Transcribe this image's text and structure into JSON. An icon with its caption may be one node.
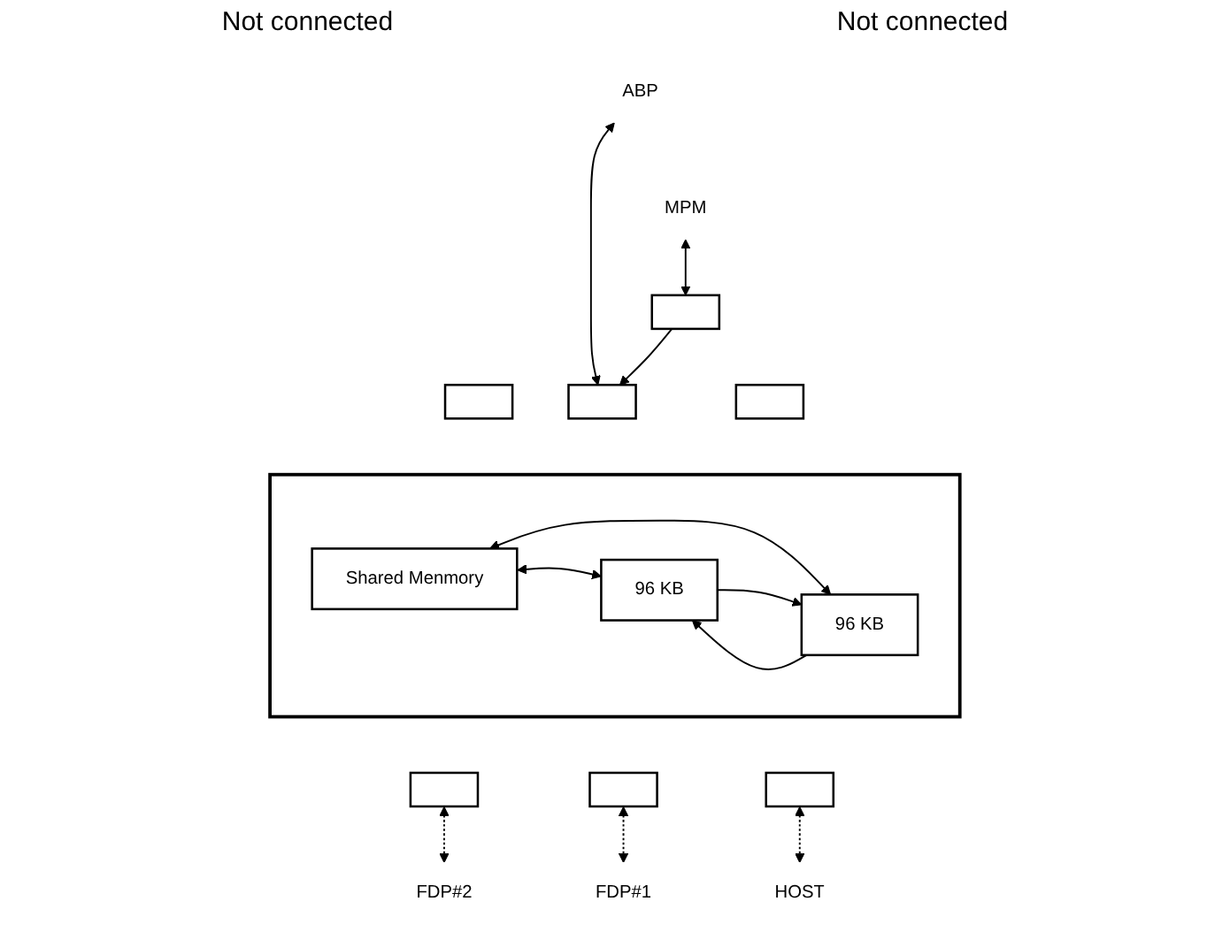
{
  "diagram": {
    "nodes": [
      {
        "text": [
          "ABP"
        ]
      },
      {
        "text": [
          "MPM"
        ]
      },
      {
        "text": [],
        "shape": "box"
      },
      {
        "text": [],
        "shape": "box"
      },
      {
        "text": [],
        "shape": "box"
      },
      {
        "text": [],
        "shape": "box"
      },
      {
        "text": [],
        "shape": "box"
      },
      {
        "text": [
          "Shared Menmory"
        ],
        "in": 6
      },
      {
        "text": [
          "96 KB"
        ],
        "in": 6
      },
      {
        "text": [
          "96 KB"
        ],
        "in": 6
      },
      {
        "text": [],
        "shape": "box"
      },
      {
        "text": [],
        "shape": "box"
      },
      {
        "text": [],
        "shape": "box"
      },
      {
        "text": [
          "FDP#2"
        ]
      },
      {
        "text": [
          "FDP#1"
        ]
      },
      {
        "text": [
          "HOST"
        ]
      }
    ],
    "edges": [
      {
        "from": 0,
        "to": 3,
        "arrow": "both"
      },
      {
        "from": 1,
        "to": 4,
        "arrow": "both"
      },
      {
        "from": 4,
        "to": 3,
        "arrow": "to"
      },
      {
        "from": 7,
        "to": 8,
        "arrow": "both"
      },
      {
        "from": 7,
        "to": 9,
        "arrow": "both"
      },
      {
        "from": 9,
        "to": 8,
        "arrow": "to"
      },
      {
        "from": 8,
        "to": 9,
        "arrow": "to"
      },
      {
        "from": 10,
        "to": 13,
        "arrow": "both",
        "style": "dashed"
      },
      {
        "from": 11,
        "to": 14,
        "arrow": "both",
        "style": "dashed"
      },
      {
        "from": 12,
        "to": 15,
        "arrow": "both",
        "style": "dashed"
      }
    ],
    "labels": [
      "Not connected",
      "Not connected"
    ]
  }
}
